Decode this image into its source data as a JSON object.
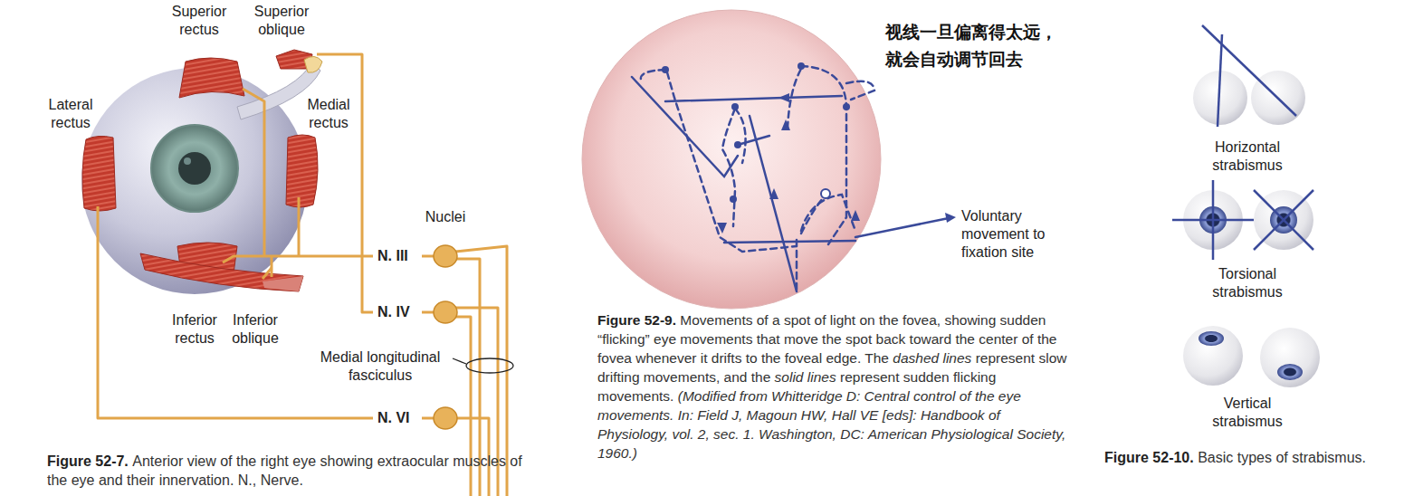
{
  "diagram": {
    "labels": [
      "Superior rectus",
      "Superior oblique",
      "Lateral rectus",
      "Medial rectus",
      "Inferior rectus",
      "Inferior oblique",
      "Nuclei",
      "N. III",
      "N. IV",
      "Medial longitudinal fasciculus",
      "N. VI",
      "Figure 52-7.",
      "Anterior view of the right eye showing extraocular muscles of the eye and their innervation. N., Nerve.",
      "视线一旦偏离得太远，就会自动调节回去",
      "Voluntary movement to fixation site",
      "Figure 52-9.",
      "Movements of a spot of light on the fovea, showing sudden “flicking” eye movements that move the spot back toward the center of the fovea whenever it drifts to the foveal edge. The",
      "dashed lines",
      "represent slow drifting movements, and the",
      "solid lines",
      "represent sudden flicking movements.",
      "(Modified from Whitteridge D: Central control of the eye movements. In: Field J, Magoun HW, Hall VE [eds]: Handbook of Physiology, vol. 2, sec. 1. Washington, DC: American Physiological Society, 1960.)",
      "Horizontal strabismus",
      "Torsional strabismus",
      "Vertical strabismus",
      "Figure 52-10.",
      "Basic types of strabismus."
    ]
  }
}
